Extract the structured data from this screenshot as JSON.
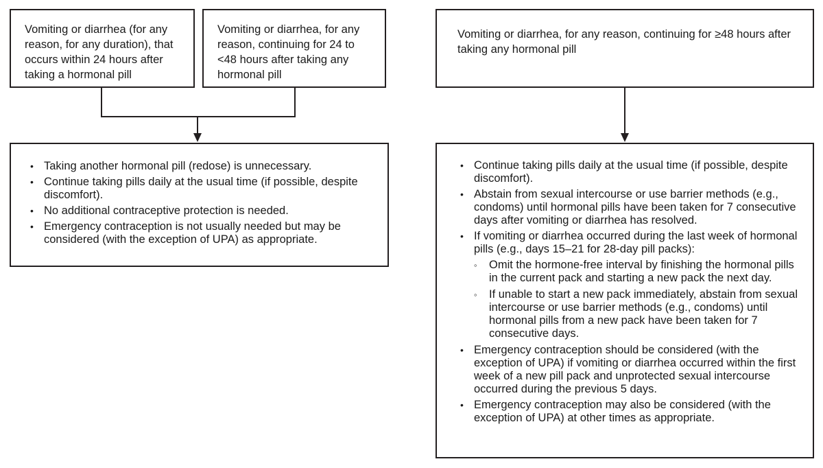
{
  "left": {
    "condition_a": "Vomiting or diarrhea (for any reason, for any duration), that occurs within 24 hours after taking a hormonal pill",
    "condition_b": "Vomiting or diarrhea, for any reason, continuing for 24 to <48 hours after taking any hormonal pill",
    "recommendations": [
      "Taking another hormonal pill (redose) is unnecessary.",
      "Continue taking pills daily at the usual time (if possible, despite discomfort).",
      "No additional contraceptive protection is needed.",
      "Emergency contraception is not usually needed but may be considered (with the exception of UPA) as appropriate."
    ]
  },
  "right": {
    "condition": "Vomiting or diarrhea, for any reason, continuing for ≥48 hours after taking any hormonal pill",
    "recommendations": [
      "Continue taking pills daily at the usual time (if possible, despite discomfort).",
      "Abstain from sexual intercourse or use barrier methods (e.g., condoms) until hormonal pills have been taken for 7 consecutive days after vomiting or diarrhea has resolved.",
      "If vomiting or diarrhea occurred during the last week of hormonal pills (e.g., days 15–21 for 28-day pill packs):",
      "Emergency contraception should be considered (with the exception of UPA) if vomiting or diarrhea occurred within the first week of a new pill pack and unprotected sexual intercourse occurred during the previous 5 days.",
      "Emergency contraception may also be considered (with the exception of UPA) at other times as appropriate."
    ],
    "sub_recommendations": [
      "Omit the hormone-free interval by finishing the hormonal pills in the current pack and starting a new pack the next day.",
      "If unable to start a new pack immediately, abstain from sexual intercourse or use barrier methods (e.g., condoms) until hormonal pills from a new pack have been taken for 7 consecutive days."
    ]
  }
}
